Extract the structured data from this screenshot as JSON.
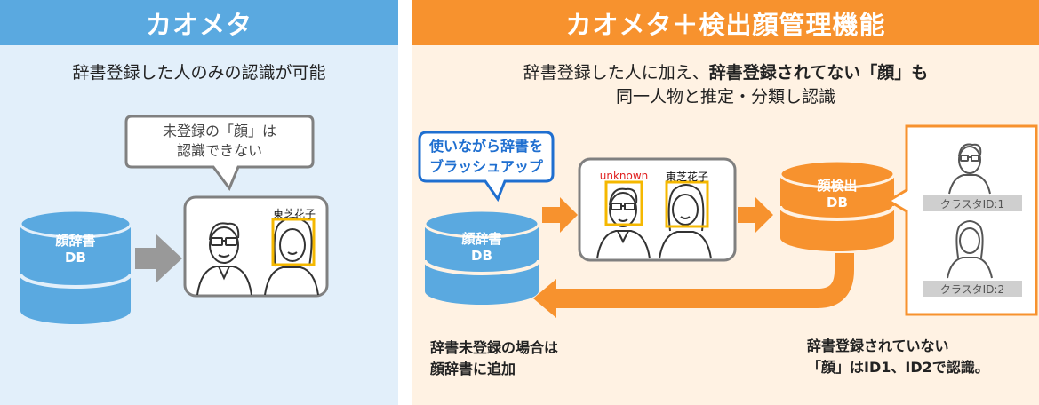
{
  "left": {
    "header": "カオメタ",
    "subtitle": "辞書登録した人のみの認識が可能",
    "bubble_line1": "未登録の「顔」は",
    "bubble_line2": "認識できない",
    "db_line1": "顔辞書",
    "db_line2": "DB",
    "name_tag": "東芝花子"
  },
  "right": {
    "header": "カオメタ＋検出顔管理機能",
    "subtitle_a": "辞書登録した人に加え、",
    "subtitle_b": "辞書登録されてない「顔」",
    "subtitle_c": "も",
    "subtitle_line2": "同一人物と推定・分類し認識",
    "callout_line1": "使いながら辞書を",
    "callout_line2": "ブラッシュアップ",
    "db_line1": "顔辞書",
    "db_line2": "DB",
    "unknown_tag": "unknown",
    "name_tag": "東芝花子",
    "detect_db_line1": "顔検出",
    "detect_db_line2": "DB",
    "cluster1": "クラスタID:1",
    "cluster2": "クラスタID:2",
    "note_left_line1": "辞書未登録の場合は",
    "note_left_line2": "顔辞書に追加",
    "note_right_line1": "辞書登録されていない",
    "note_right_line2": "「顔」はID1、ID2で認識。"
  },
  "colors": {
    "blue_header": "#5aa9e0",
    "orange_header": "#f7922e",
    "blue_db": "#5aa9e0",
    "orange_db": "#f7922e",
    "face_box": "#f5b800",
    "callout_border": "#1f6fd0",
    "unknown_text": "#e02020"
  }
}
